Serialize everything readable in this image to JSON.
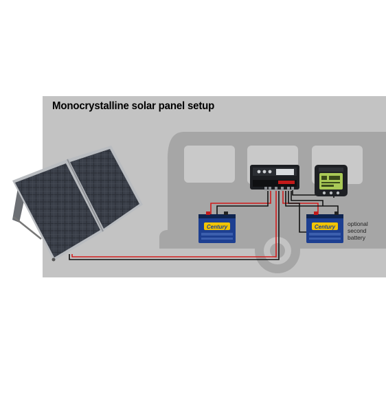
{
  "title": "Monocrystalline solar panel setup",
  "optional_battery": [
    "optional",
    "second",
    "battery"
  ],
  "battery_brand": "Century",
  "colors": {
    "background": "#c3c3c3",
    "caravan_silhouette": "#a6a6a6",
    "caravan_window": "#c9c9c9",
    "wire_red": "#d11a1a",
    "wire_black": "#111111",
    "battery_blue": "#1d3f91",
    "battery_label": "#f2c400"
  }
}
